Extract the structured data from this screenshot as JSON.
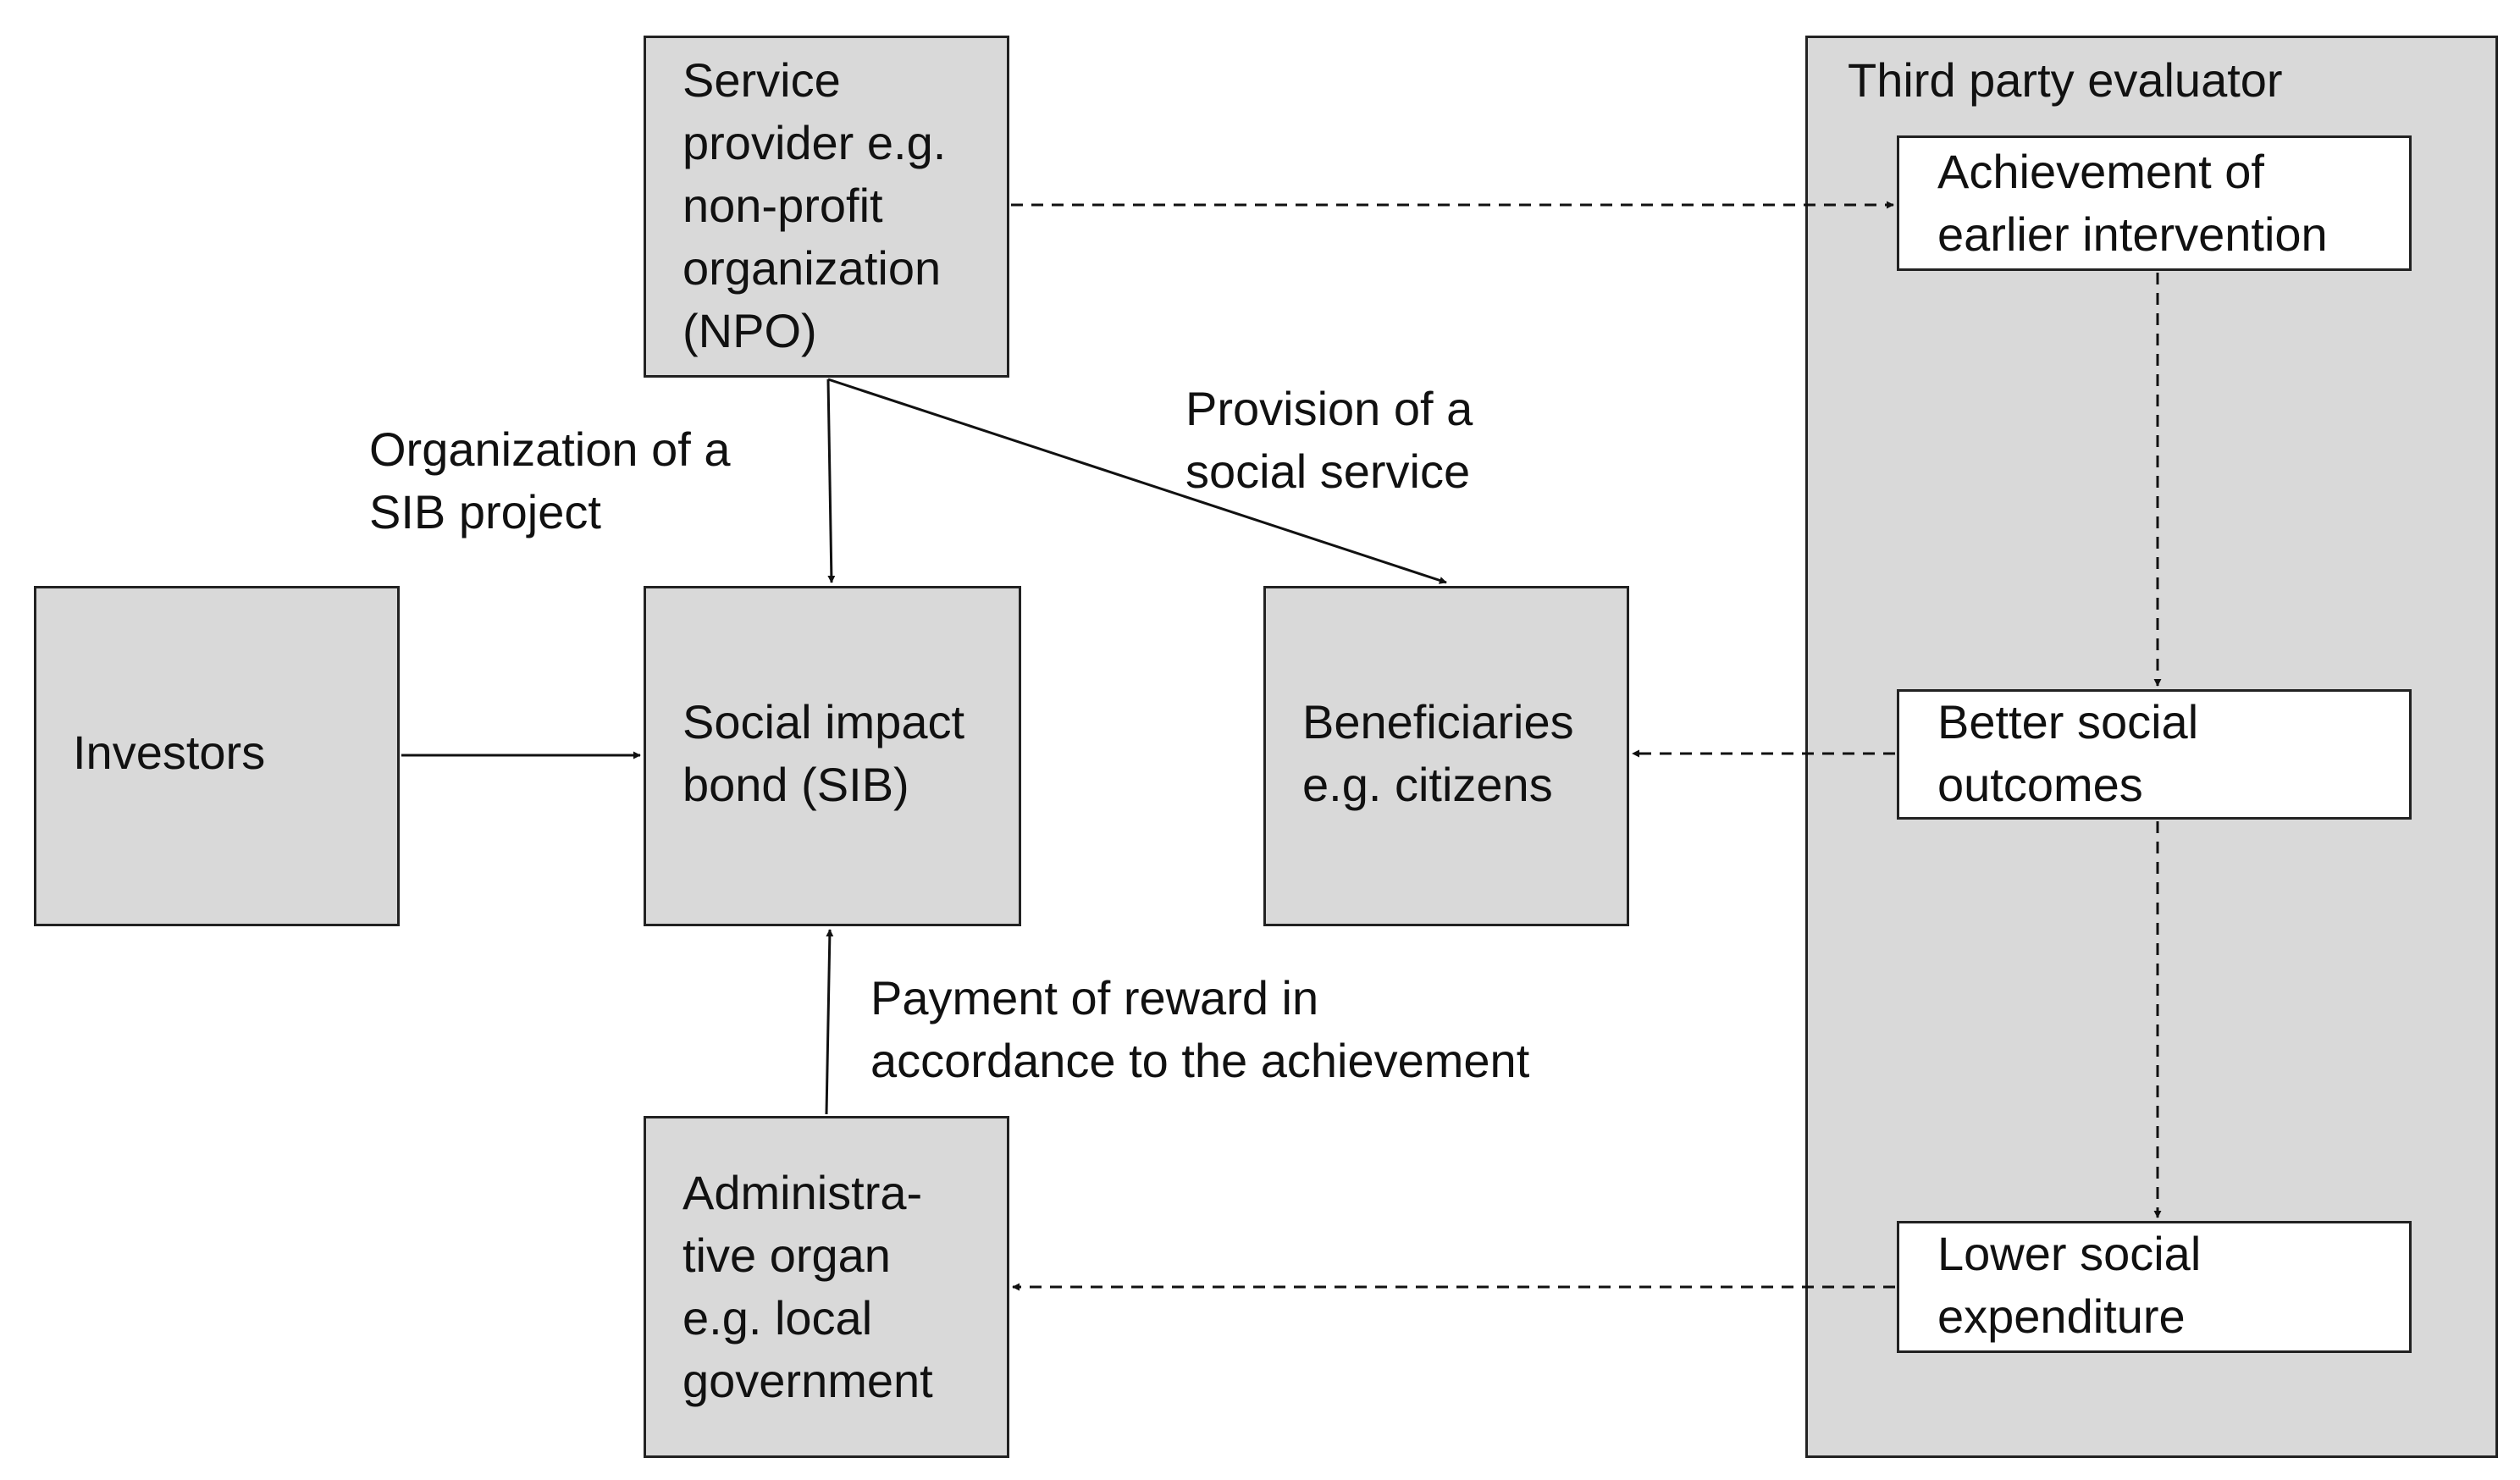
{
  "nodes": {
    "service_provider": {
      "label": "Service\nprovider e.g.\nnon-profit\norganization\n(NPO)"
    },
    "investors": {
      "label": "Investors"
    },
    "sib": {
      "label": "Social impact\nbond (SIB)"
    },
    "beneficiaries": {
      "label": "Beneficiaries\ne.g. citizens"
    },
    "admin_organ": {
      "label": "Administra-\ntive organ\ne.g. local\ngovernment"
    },
    "evaluator": {
      "label": "Third party evaluator"
    },
    "achievement": {
      "label": "Achievement of\nearlier intervention"
    },
    "better_outcomes": {
      "label": "Better social\noutcomes"
    },
    "lower_expenditure": {
      "label": "Lower social\nexpenditure"
    }
  },
  "edges": {
    "organization": {
      "label": "Organization of a\nSIB project"
    },
    "provision": {
      "label": "Provision of a\nsocial service"
    },
    "payment": {
      "label": "Payment of reward in\naccordance to the achievement"
    }
  },
  "colors": {
    "box_fill": "#d9d9d9",
    "inner_box_fill": "#ffffff",
    "line": "#111111"
  }
}
